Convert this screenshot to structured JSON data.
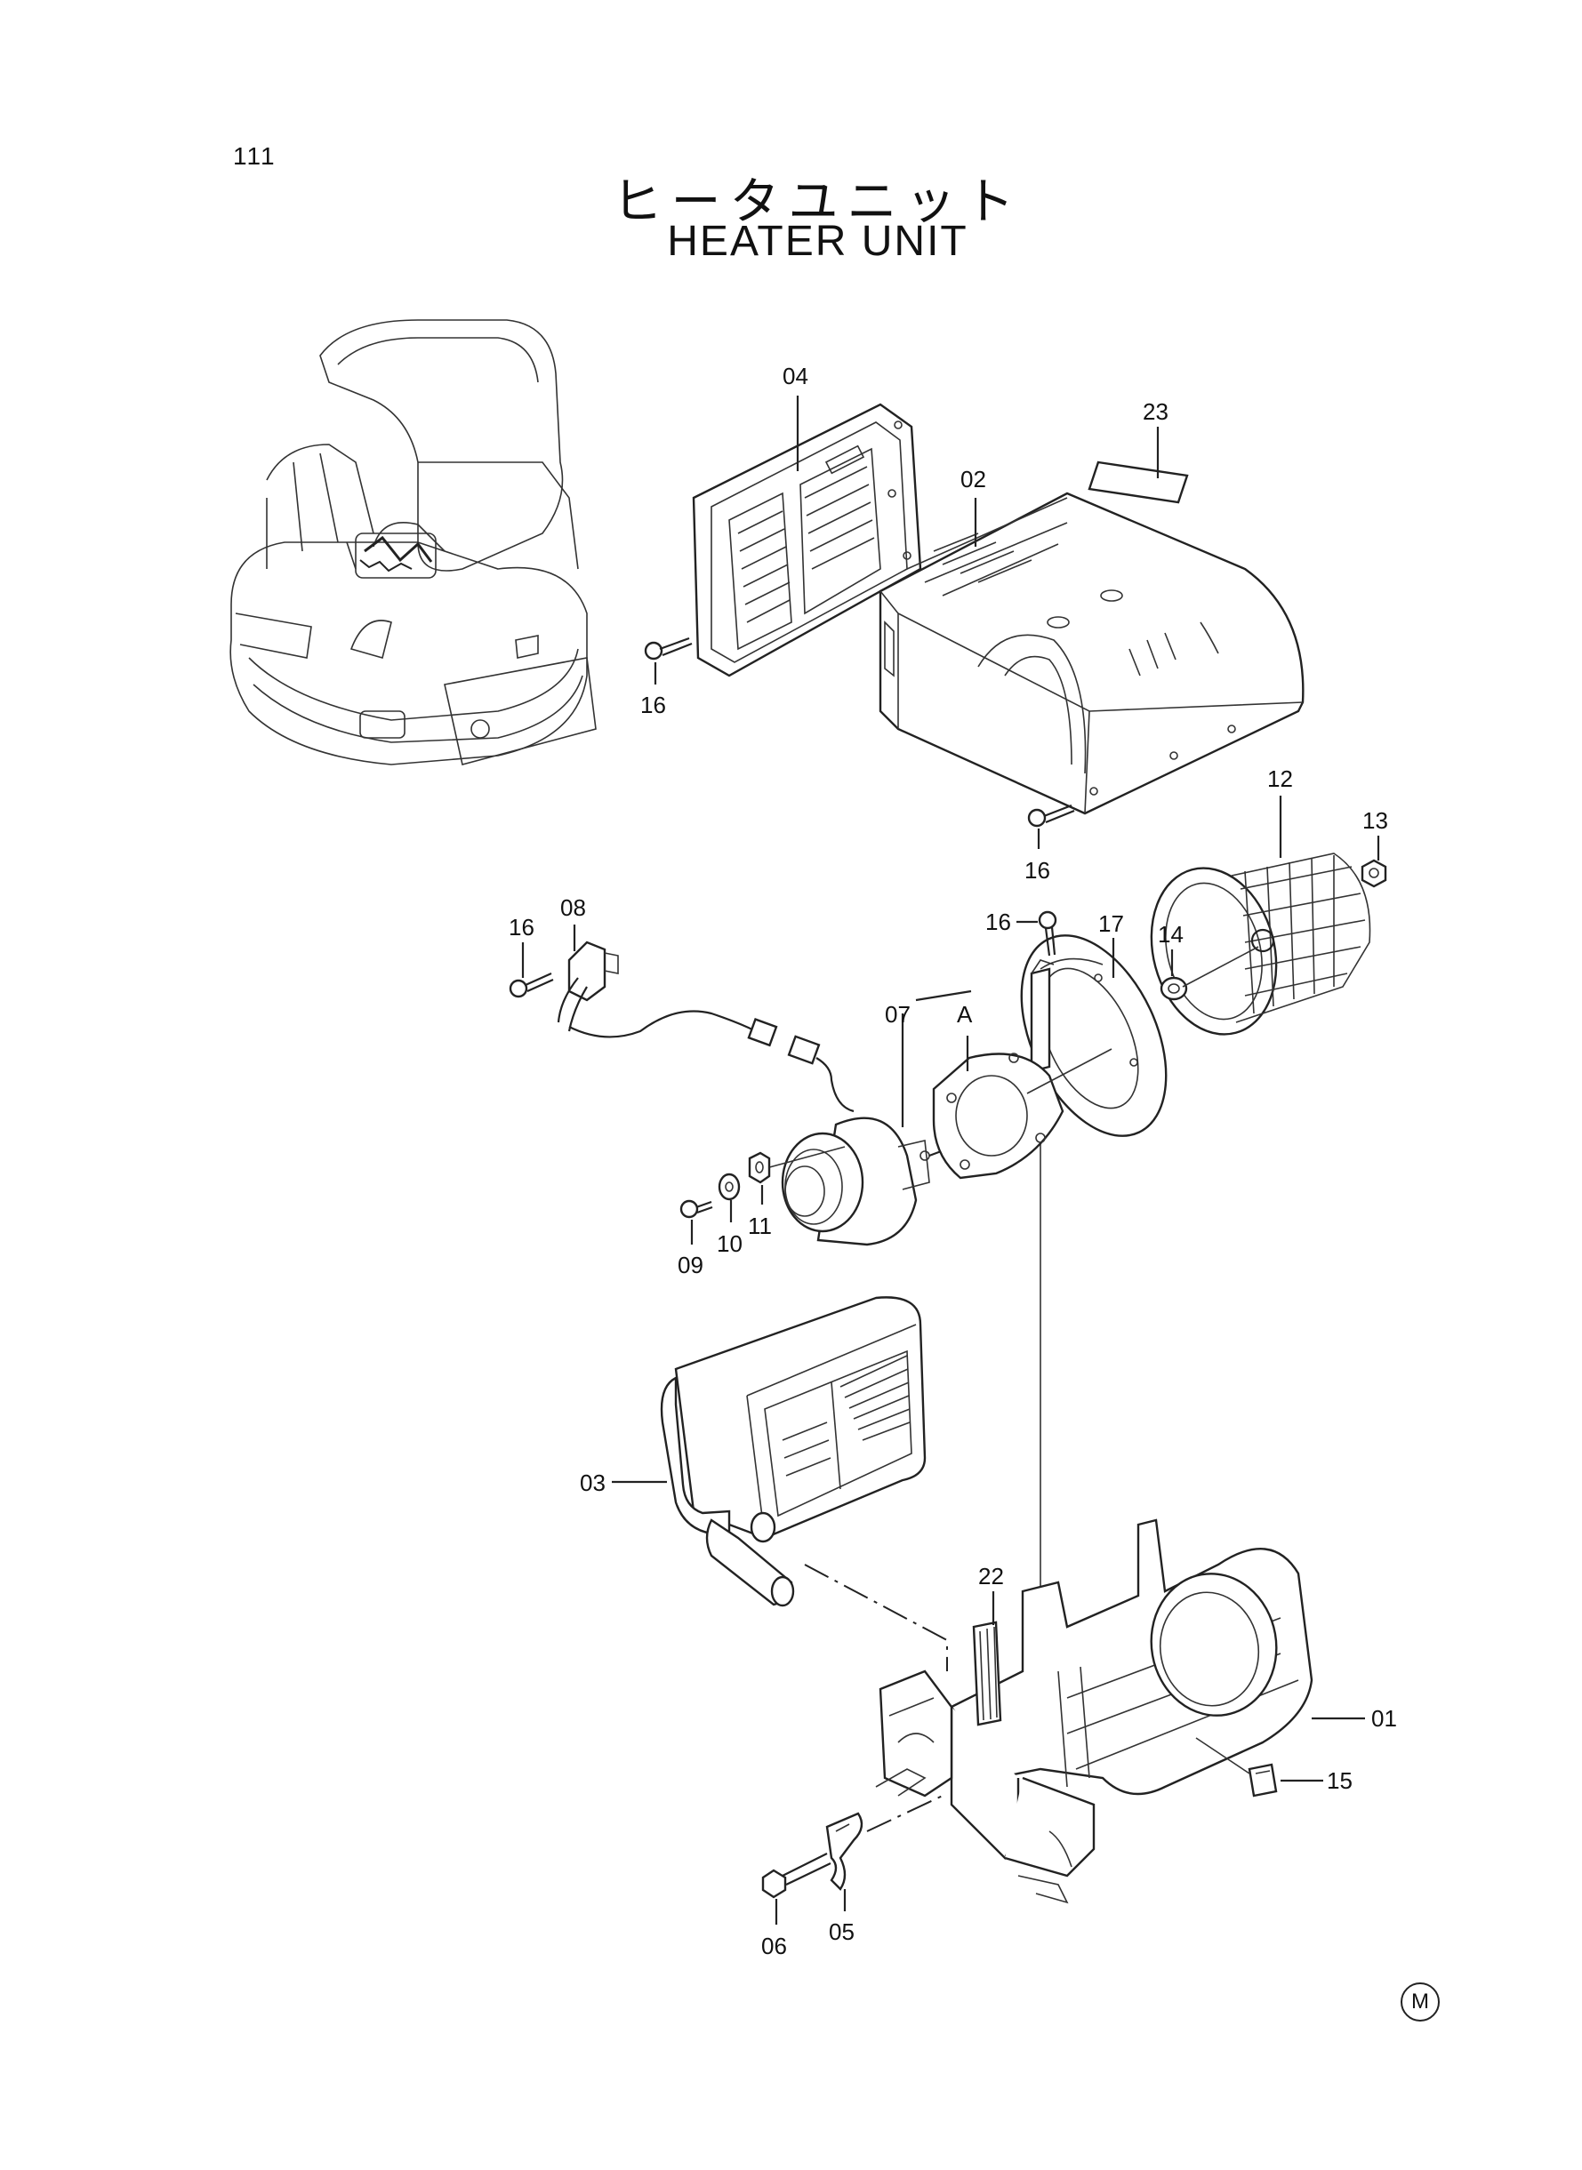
{
  "page_number": "111",
  "title_jp": "ヒータユニット",
  "title_en": "HEATER UNIT",
  "corner_mark": "M",
  "callouts": {
    "c01": "01",
    "c02": "02",
    "c03": "03",
    "c04": "04",
    "c05": "05",
    "c06": "06",
    "c07": "07",
    "c08": "08",
    "c09": "09",
    "c10": "10",
    "c11": "11",
    "c12": "12",
    "c13": "13",
    "c14": "14",
    "c15": "15",
    "c16a": "16",
    "c16b": "16",
    "c16c": "16",
    "c16d": "16",
    "c17": "17",
    "c22": "22",
    "c23": "23",
    "cA": "A"
  }
}
